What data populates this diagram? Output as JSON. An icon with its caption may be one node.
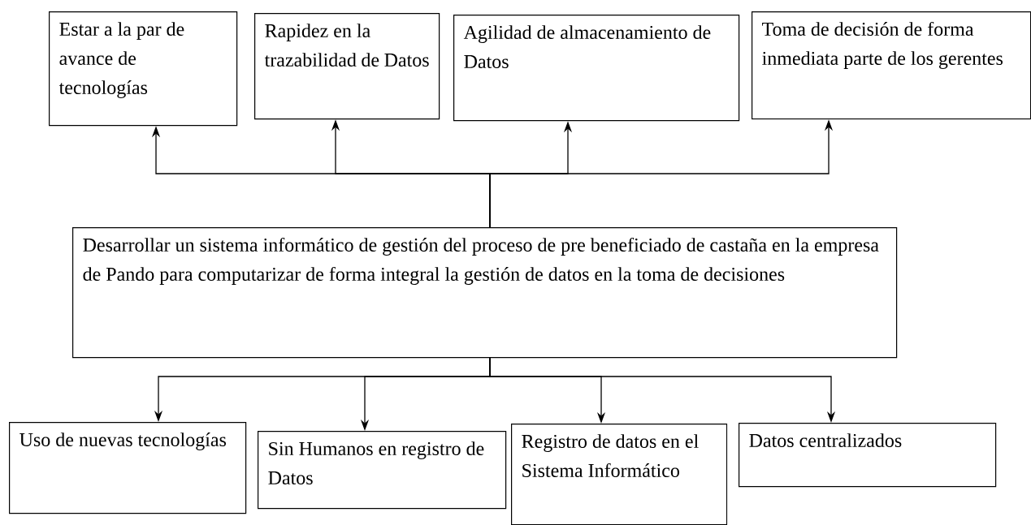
{
  "diagram": {
    "nodes": [
      {
        "text": [
          "Estar a la par de avance de tecnologías"
        ]
      },
      {
        "text": [
          "Rapidez en la trazabilidad de Datos"
        ]
      },
      {
        "text": [
          "Agilidad de almacenamiento de Datos"
        ]
      },
      {
        "text": [
          "Toma de decisión de forma inmediata parte de los gerentes"
        ]
      },
      {
        "text": [
          "Desarrollar un sistema informático de gestión del proceso de pre beneficiado de castaña en la empresa de Pando para computarizar de forma integral la gestión de datos en la toma de decisiones"
        ]
      },
      {
        "text": [
          "Uso de nuevas tecnologías"
        ]
      },
      {
        "text": [
          "Sin Humanos en registro de Datos"
        ]
      },
      {
        "text": [
          "Registro de datos en el Sistema Informático"
        ]
      },
      {
        "text": [
          "Datos centralizados"
        ]
      }
    ],
    "edges": [
      {
        "from": 4,
        "to": 0,
        "arrow": "to"
      },
      {
        "from": 4,
        "to": 1,
        "arrow": "to"
      },
      {
        "from": 4,
        "to": 2,
        "arrow": "to"
      },
      {
        "from": 4,
        "to": 3,
        "arrow": "to"
      },
      {
        "from": 4,
        "to": 5,
        "arrow": "to"
      },
      {
        "from": 4,
        "to": 6,
        "arrow": "to"
      },
      {
        "from": 4,
        "to": 7,
        "arrow": "to"
      },
      {
        "from": 4,
        "to": 8,
        "arrow": "to"
      }
    ]
  }
}
